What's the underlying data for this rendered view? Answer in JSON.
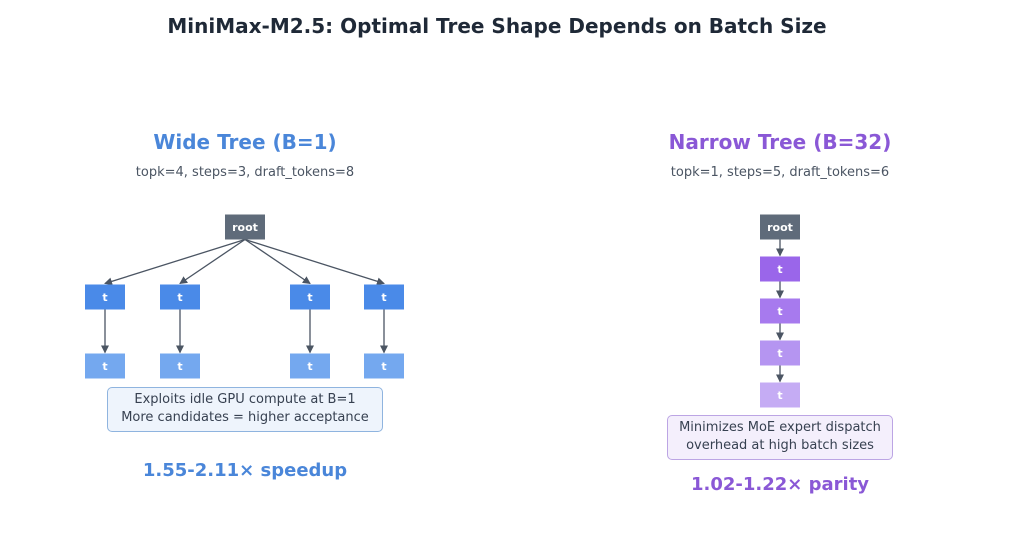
{
  "title": "MiniMax-M2.5: Optimal Tree Shape Depends on Batch Size",
  "colors": {
    "title": "#1f2937",
    "root": "#5f6b7a",
    "edge": "#4b5563",
    "wide_accent": "#4a86d9",
    "wide_node_1": "#4a8ae8",
    "wide_node_2": "#74a8ef",
    "wide_note_bg": "#eef4fc",
    "wide_note_border": "#8fb4df",
    "narrow_accent": "#8a58d6",
    "narrow_nodes": [
      "#9a66ea",
      "#a77aee",
      "#b595f1",
      "#c5acf4"
    ],
    "narrow_note_bg": "#f4effc",
    "narrow_note_border": "#bca5e4"
  },
  "wide": {
    "title": "Wide Tree (B=1)",
    "params": "topk=4, steps=3, draft_tokens=8",
    "root_label": "root",
    "node_label": "t",
    "branches": 4,
    "depth": 2,
    "note_lines": [
      "Exploits idle GPU compute at B=1",
      "More candidates = higher acceptance"
    ],
    "result": "1.55-2.11× speedup"
  },
  "narrow": {
    "title": "Narrow Tree (B=32)",
    "params": "topk=1, steps=5, draft_tokens=6",
    "root_label": "root",
    "node_label": "t",
    "chain_length": 4,
    "note_lines": [
      "Minimizes MoE expert dispatch",
      "overhead at high batch sizes"
    ],
    "result": "1.02-1.22× parity"
  }
}
